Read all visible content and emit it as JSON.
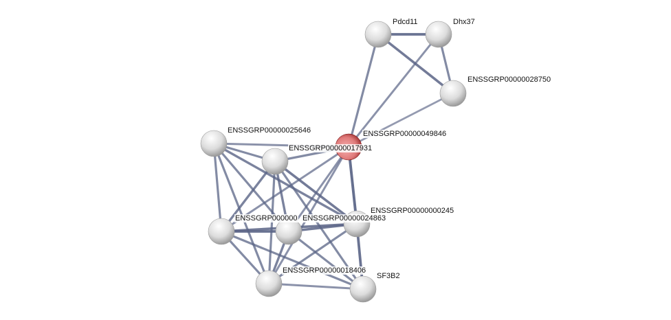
{
  "nodes": [
    {
      "id": "P",
      "label": "Pdcd11",
      "query": false
    },
    {
      "id": "X",
      "label": "Dhx37",
      "query": false
    },
    {
      "id": "Y",
      "label": "ENSSGRP00000028750",
      "query": false
    },
    {
      "id": "R",
      "label": "ENSSGRP00000049846",
      "query": true
    },
    {
      "id": "A",
      "label": "ENSSGRP00000025646",
      "query": false
    },
    {
      "id": "B",
      "label": "ENSSGRP00000017931",
      "query": false
    },
    {
      "id": "E",
      "label": "ENSSGRP00000000245",
      "query": false
    },
    {
      "id": "C",
      "label": "ENSSGRP000000",
      "query": false
    },
    {
      "id": "D",
      "label": "ENSSGRP00000024863",
      "query": false
    },
    {
      "id": "F",
      "label": "ENSSGRP00000018406",
      "query": false
    },
    {
      "id": "G",
      "label": "SF3B2",
      "query": false
    }
  ],
  "edges": [
    [
      "P",
      "X",
      0.9
    ],
    [
      "P",
      "Y",
      0.8
    ],
    [
      "X",
      "Y",
      0.6
    ],
    [
      "P",
      "R",
      0.6
    ],
    [
      "X",
      "R",
      0.5
    ],
    [
      "Y",
      "R",
      0.4
    ],
    [
      "R",
      "B",
      0.6
    ],
    [
      "R",
      "A",
      0.5
    ],
    [
      "R",
      "E",
      0.95
    ],
    [
      "R",
      "C",
      0.5
    ],
    [
      "R",
      "D",
      0.5
    ],
    [
      "R",
      "F",
      0.5
    ],
    [
      "A",
      "B",
      0.6
    ],
    [
      "A",
      "C",
      0.6
    ],
    [
      "A",
      "D",
      0.6
    ],
    [
      "A",
      "E",
      0.7
    ],
    [
      "A",
      "F",
      0.6
    ],
    [
      "B",
      "C",
      0.7
    ],
    [
      "B",
      "D",
      0.7
    ],
    [
      "B",
      "E",
      0.8
    ],
    [
      "B",
      "F",
      0.6
    ],
    [
      "B",
      "G",
      0.6
    ],
    [
      "C",
      "D",
      0.9
    ],
    [
      "C",
      "E",
      0.8
    ],
    [
      "C",
      "F",
      0.6
    ],
    [
      "C",
      "G",
      0.6
    ],
    [
      "D",
      "E",
      0.8
    ],
    [
      "D",
      "F",
      0.7
    ],
    [
      "D",
      "G",
      0.6
    ],
    [
      "E",
      "F",
      0.6
    ],
    [
      "E",
      "G",
      0.9
    ],
    [
      "F",
      "G",
      0.5
    ]
  ],
  "colors": {
    "edge": "#5a6486",
    "node": "#d8d8d8",
    "query_node": "#e07a7a"
  }
}
